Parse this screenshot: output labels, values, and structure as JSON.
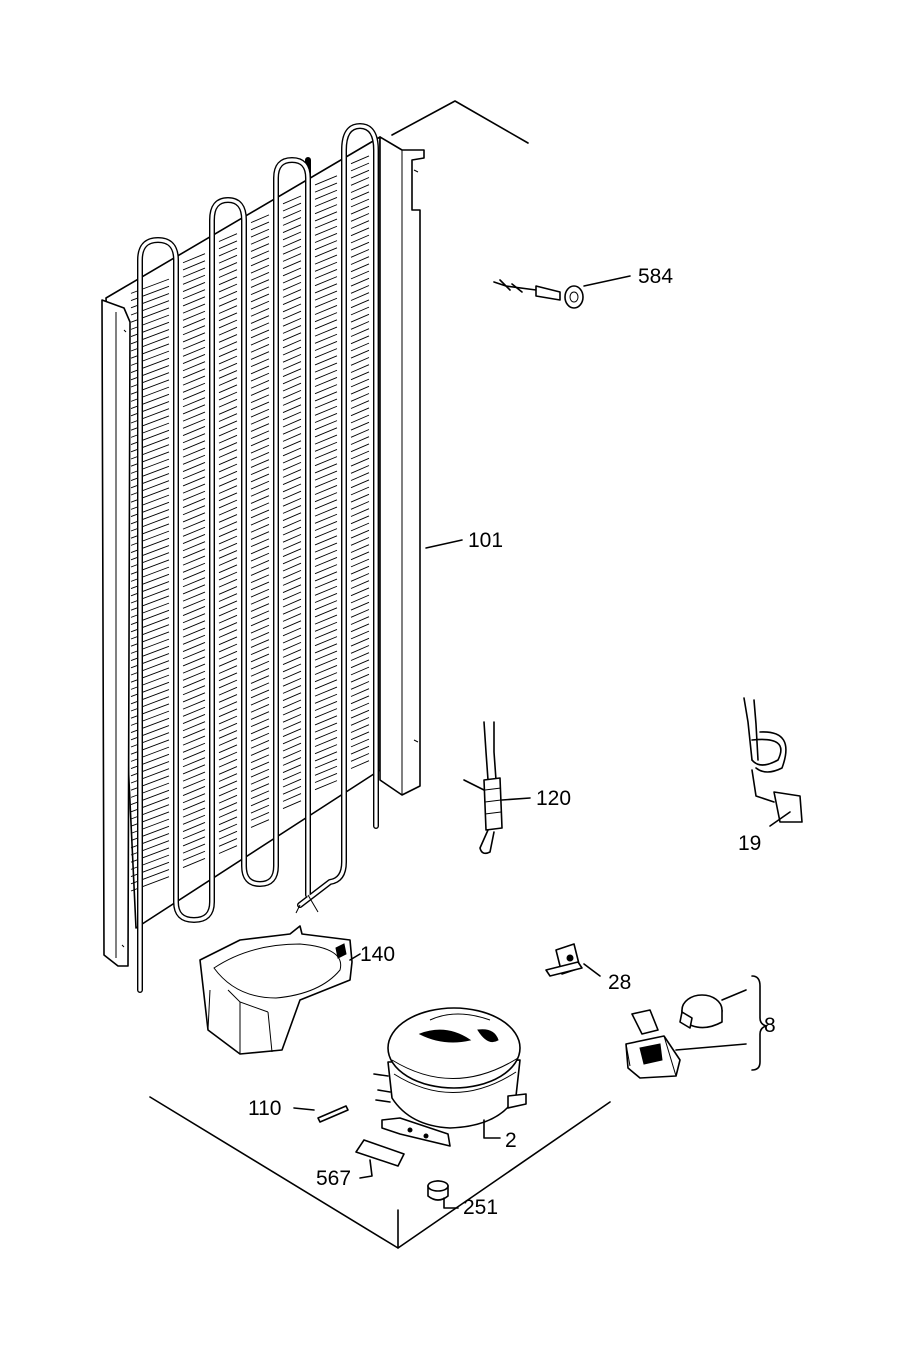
{
  "diagram": {
    "type": "exploded-parts-view",
    "parts": [
      {
        "id": "condenser",
        "label": "101"
      },
      {
        "id": "condenser-bracket",
        "label": "584"
      },
      {
        "id": "drier-filter",
        "label": "120"
      },
      {
        "id": "power-cord",
        "label": "19"
      },
      {
        "id": "drip-tray",
        "label": "140"
      },
      {
        "id": "clip",
        "label": "28"
      },
      {
        "id": "relay-overload",
        "label": "8"
      },
      {
        "id": "compressor",
        "label": "2"
      },
      {
        "id": "pin",
        "label": "110"
      },
      {
        "id": "mounting-plate",
        "label": "567"
      },
      {
        "id": "grommet",
        "label": "251"
      }
    ]
  }
}
